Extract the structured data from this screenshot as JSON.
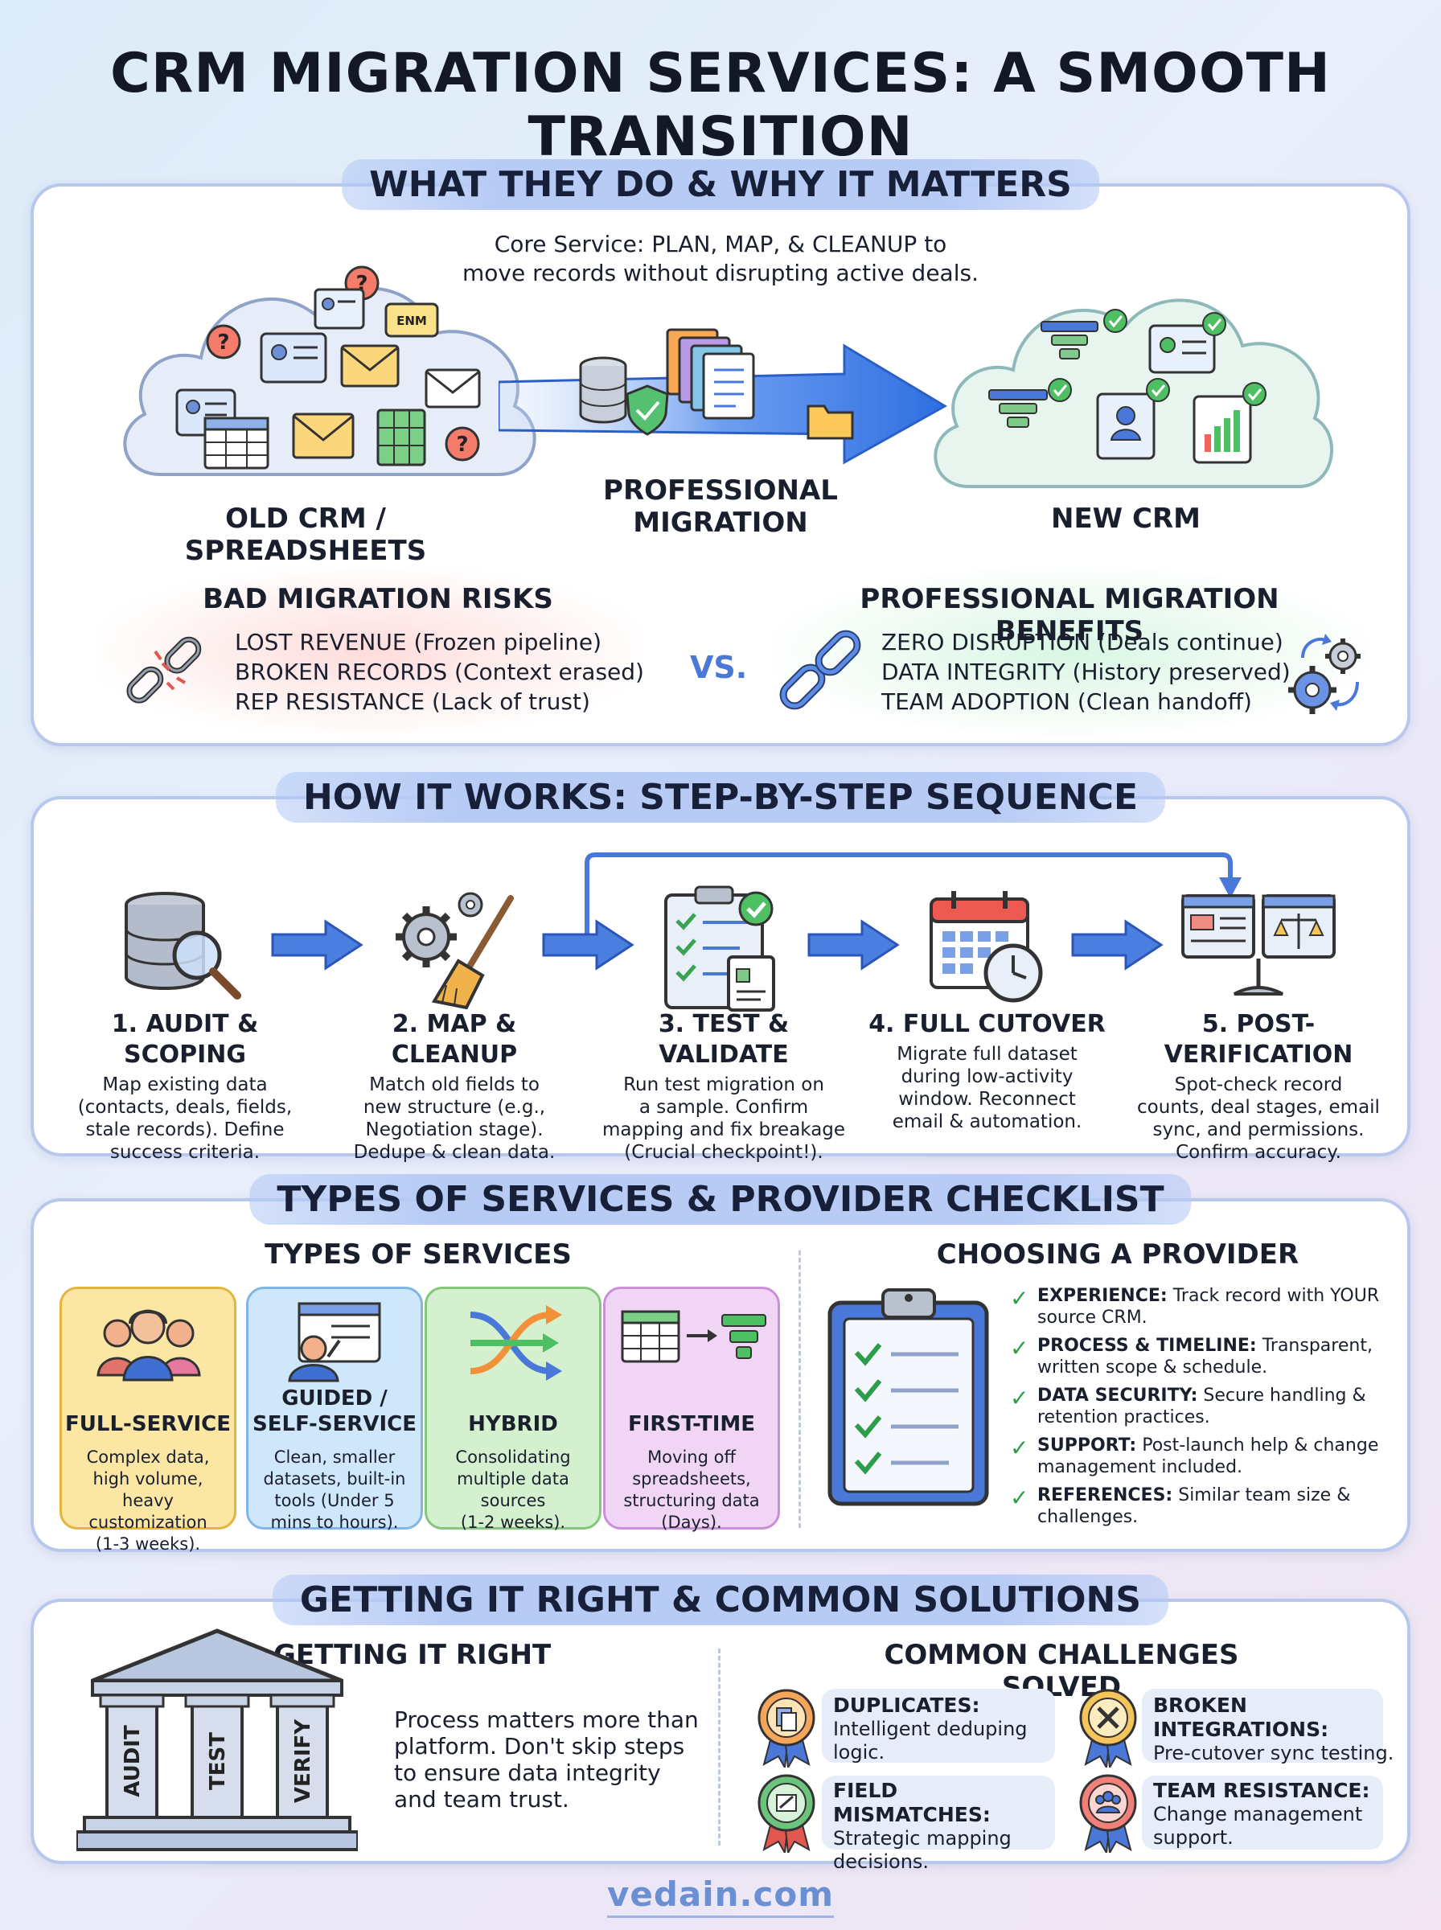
{
  "title": "CRM MIGRATION SERVICES: A SMOOTH TRANSITION",
  "section1": {
    "banner": "WHAT THEY DO & WHY IT MATTERS",
    "core_line1": "Core Service: PLAN, MAP, & CLEANUP to",
    "core_line2": "move records without disrupting active deals.",
    "old_label": "OLD CRM / SPREADSHEETS",
    "mid_label_line1": "PROFESSIONAL",
    "mid_label_line2": "MIGRATION",
    "new_label": "NEW CRM",
    "enm_tag": "ENM",
    "risks": {
      "title": "BAD MIGRATION RISKS",
      "items": [
        "LOST REVENUE (Frozen pipeline)",
        "BROKEN RECORDS (Context erased)",
        "REP RESISTANCE (Lack of trust)"
      ]
    },
    "vs": "VS.",
    "benefits": {
      "title": "PROFESSIONAL MIGRATION BENEFITS",
      "items": [
        "ZERO DISRUPTION (Deals continue)",
        "DATA INTEGRITY (History preserved)",
        "TEAM ADOPTION (Clean handoff)"
      ]
    }
  },
  "section2": {
    "banner": "HOW IT WORKS: STEP-BY-STEP SEQUENCE",
    "steps": [
      {
        "title": "1. AUDIT & SCOPING",
        "lines": [
          "Map existing data",
          "(contacts, deals, fields,",
          "stale records). Define",
          "success criteria."
        ]
      },
      {
        "title": "2. MAP & CLEANUP",
        "lines": [
          "Match old fields to",
          "new structure (e.g.,",
          "Negotiation stage).",
          "Dedupe & clean data."
        ]
      },
      {
        "title": "3. TEST & VALIDATE",
        "lines": [
          "Run test migration on",
          "a sample. Confirm",
          "mapping and fix breakage",
          "(Crucial checkpoint!)."
        ]
      },
      {
        "title": "4. FULL CUTOVER",
        "lines": [
          "Migrate full dataset",
          "during low-activity",
          "window. Reconnect",
          "email & automation."
        ]
      },
      {
        "title": "5. POST-VERIFICATION",
        "lines": [
          "Spot-check record",
          "counts, deal stages, email",
          "sync, and permissions.",
          "Confirm accuracy."
        ]
      }
    ]
  },
  "section3": {
    "banner": "TYPES OF SERVICES & PROVIDER CHECKLIST",
    "types_title": "TYPES OF SERVICES",
    "cards": [
      {
        "title_lines": [
          "FULL-SERVICE"
        ],
        "desc_lines": [
          "Complex data,",
          "high volume, heavy",
          "customization",
          "(1-3 weeks)."
        ]
      },
      {
        "title_lines": [
          "GUIDED /",
          "SELF-SERVICE"
        ],
        "desc_lines": [
          "Clean, smaller",
          "datasets, built-in",
          "tools (Under 5",
          "mins to hours)."
        ]
      },
      {
        "title_lines": [
          "HYBRID"
        ],
        "desc_lines": [
          "Consolidating",
          "multiple data",
          "sources",
          "(1-2 weeks)."
        ]
      },
      {
        "title_lines": [
          "FIRST-TIME"
        ],
        "desc_lines": [
          "Moving off",
          "spreadsheets,",
          "structuring data",
          "(Days)."
        ]
      }
    ],
    "provider_title": "CHOOSING A PROVIDER",
    "checklist": [
      {
        "label": "EXPERIENCE:",
        "text": "Track record with YOUR",
        "text2": "source CRM."
      },
      {
        "label": "PROCESS & TIMELINE:",
        "text": "Transparent,",
        "text2": "written scope & schedule."
      },
      {
        "label": "DATA SECURITY:",
        "text": "Secure handling &",
        "text2": "retention practices."
      },
      {
        "label": "SUPPORT:",
        "text": "Post-launch help & change",
        "text2": "management included."
      },
      {
        "label": "REFERENCES:",
        "text": "Similar team size &",
        "text2": "challenges."
      }
    ],
    "check_mark": "✓"
  },
  "section4": {
    "banner": "GETTING IT RIGHT & COMMON SOLUTIONS",
    "right_title": "GETTING IT RIGHT",
    "pillars": [
      "AUDIT",
      "TEST",
      "VERIFY"
    ],
    "right_lines": [
      "Process matters more than",
      "platform. Don't skip steps",
      "to ensure data integrity",
      "and team trust."
    ],
    "challenges_title": "COMMON CHALLENGES SOLVED",
    "challenges": [
      {
        "title": "DUPLICATES:",
        "lines": [
          "Intelligent deduping",
          "logic."
        ]
      },
      {
        "title": "BROKEN INTEGRATIONS:",
        "lines": [
          "Pre-cutover sync testing."
        ]
      },
      {
        "title": "FIELD MISMATCHES:",
        "lines": [
          "Strategic mapping",
          "decisions."
        ]
      },
      {
        "title": "TEAM RESISTANCE:",
        "lines": [
          "Change management",
          "support."
        ]
      }
    ]
  },
  "footer": "vedain.com",
  "colors": {
    "accent_blue": "#4a78d9",
    "panel_border": "#b8c8ec",
    "check_green": "#2e9d4a",
    "risk_red": "#e0574f",
    "card_yellow": "#f6d77e",
    "card_blue": "#a9d4f4",
    "card_green": "#b8e6b3",
    "card_pink": "#e9c2ef"
  }
}
